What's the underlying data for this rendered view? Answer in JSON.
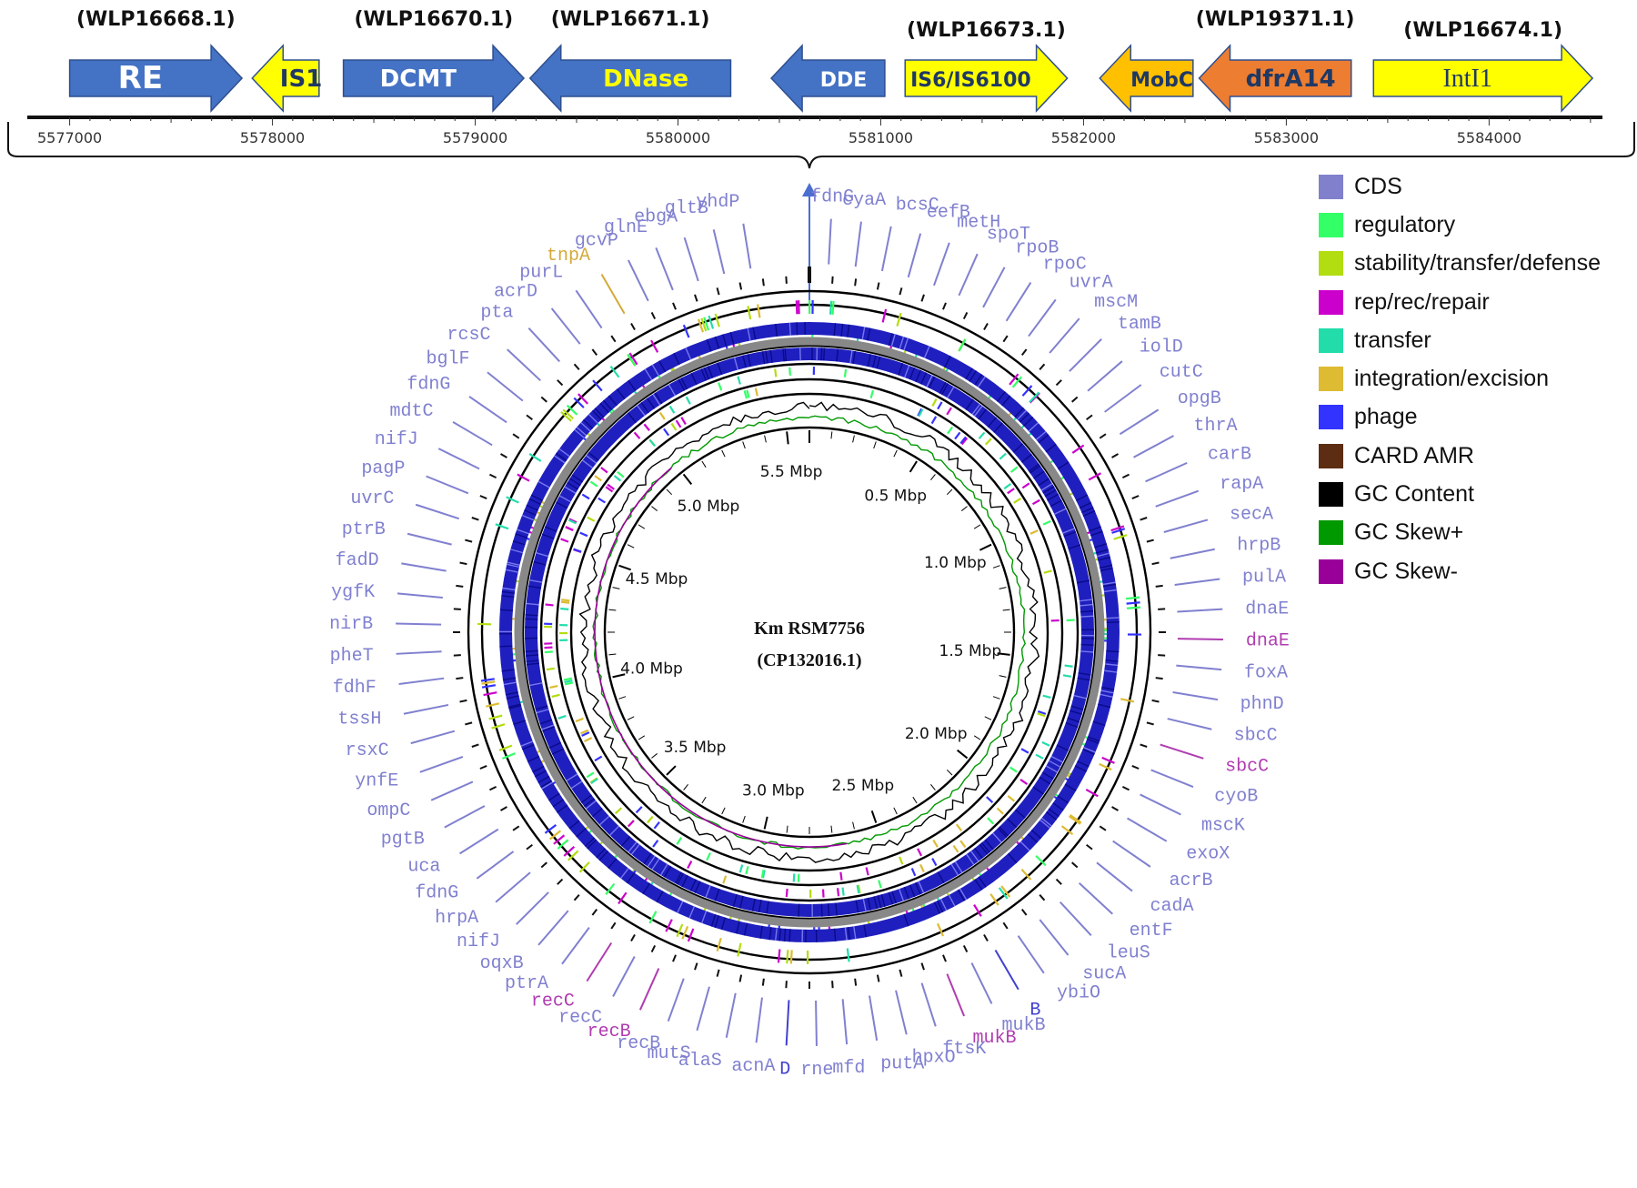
{
  "operon": {
    "genes": [
      {
        "id": "WLP16668.1",
        "label": "RE",
        "start": 5577000,
        "end": 5577850,
        "strand": "+",
        "color": "#4472c4",
        "text_color": "#ffffff",
        "accession_row": "top",
        "label_size": "large"
      },
      {
        "id": "",
        "label": "IS1",
        "start": 5577900,
        "end": 5578230,
        "strand": "-",
        "color": "#ffff00",
        "text_color": "#1f3864",
        "accession_row": "none",
        "label_size": "medium"
      },
      {
        "id": "WLP16670.1",
        "label": "DCMT",
        "start": 5578350,
        "end": 5579240,
        "strand": "+",
        "color": "#4472c4",
        "text_color": "#ffffff",
        "accession_row": "top",
        "label_size": "medium"
      },
      {
        "id": "WLP16671.1",
        "label": "DNase",
        "start": 5579270,
        "end": 5580260,
        "strand": "-",
        "color": "#4472c4",
        "text_color": "#ffff00",
        "accession_row": "top",
        "label_size": "medium"
      },
      {
        "id": "",
        "label": "DDE",
        "start": 5580460,
        "end": 5581020,
        "strand": "-",
        "color": "#4472c4",
        "text_color": "#ffffff",
        "accession_row": "none",
        "label_size": "small"
      },
      {
        "id": "WLP16673.1",
        "label": "IS6/IS6100",
        "start": 5581120,
        "end": 5581920,
        "strand": "+",
        "color": "#ffff00",
        "text_color": "#1f3864",
        "accession_row": "low",
        "label_size": "small"
      },
      {
        "id": "",
        "label": "MobC",
        "start": 5582080,
        "end": 5582540,
        "strand": "-",
        "color": "#ffc000",
        "text_color": "#1f3864",
        "accession_row": "none",
        "label_size": "small"
      },
      {
        "id": "WLP19371.1",
        "label": "dfrA14",
        "start": 5582570,
        "end": 5583320,
        "strand": "-",
        "color": "#ed7d31",
        "text_color": "#1f3864",
        "accession_row": "top",
        "label_size": "medium"
      },
      {
        "id": "WLP16674.1",
        "label": "IntI1",
        "start": 5583430,
        "end": 5584510,
        "strand": "+",
        "color": "#ffff00",
        "text_color": "#1f3864",
        "accession_row": "low",
        "label_size": "serif"
      }
    ],
    "ruler": {
      "min": 5576800,
      "max": 5584550,
      "ticks": [
        "5577000",
        "5578000",
        "5579000",
        "5580000",
        "5581000",
        "5582000",
        "5583000",
        "5584000"
      ]
    }
  },
  "circle": {
    "title_line1": "Km RSM7756",
    "title_line2": "(CP132016.1)",
    "genome_size_mbp": 5.6,
    "scale_labels": [
      "0.5 Mbp",
      "1.0 Mbp",
      "1.5 Mbp",
      "2.0 Mbp",
      "2.5 Mbp",
      "3.0 Mbp",
      "3.5 Mbp",
      "4.0 Mbp",
      "4.5 Mbp",
      "5.0 Mbp",
      "5.5 Mbp"
    ],
    "gene_labels": [
      {
        "text": "fdnG",
        "color": "#8080d0"
      },
      {
        "text": "cyaA",
        "color": "#8080d0"
      },
      {
        "text": "bcsC",
        "color": "#8080d0"
      },
      {
        "text": "eefB",
        "color": "#8080d0"
      },
      {
        "text": "metH",
        "color": "#8080d0"
      },
      {
        "text": "spoT",
        "color": "#8080d0"
      },
      {
        "text": "rpoB",
        "color": "#8080d0"
      },
      {
        "text": "rpoC",
        "color": "#8080d0"
      },
      {
        "text": "uvrA",
        "color": "#8080d0"
      },
      {
        "text": "mscM",
        "color": "#8080d0"
      },
      {
        "text": "tamB",
        "color": "#8080d0"
      },
      {
        "text": "iolD",
        "color": "#8080d0"
      },
      {
        "text": "cutC",
        "color": "#8080d0"
      },
      {
        "text": "opgB",
        "color": "#8080d0"
      },
      {
        "text": "thrA",
        "color": "#8080d0"
      },
      {
        "text": "carB",
        "color": "#8080d0"
      },
      {
        "text": "rapA",
        "color": "#8080d0"
      },
      {
        "text": "secA",
        "color": "#8080d0"
      },
      {
        "text": "hrpB",
        "color": "#8080d0"
      },
      {
        "text": "pulA",
        "color": "#8080d0"
      },
      {
        "text": "dnaE",
        "color": "#8080d0"
      },
      {
        "text": "dnaE",
        "color": "#b03cb0"
      },
      {
        "text": "foxA",
        "color": "#8080d0"
      },
      {
        "text": "phnD",
        "color": "#8080d0"
      },
      {
        "text": "sbcC",
        "color": "#8080d0"
      },
      {
        "text": "sbcC",
        "color": "#b03cb0"
      },
      {
        "text": "cyoB",
        "color": "#8080d0"
      },
      {
        "text": "mscK",
        "color": "#8080d0"
      },
      {
        "text": "exoX",
        "color": "#8080d0"
      },
      {
        "text": "acrB",
        "color": "#8080d0"
      },
      {
        "text": "cadA",
        "color": "#8080d0"
      },
      {
        "text": "entF",
        "color": "#8080d0"
      },
      {
        "text": "leuS",
        "color": "#8080d0"
      },
      {
        "text": "sucA",
        "color": "#8080d0"
      },
      {
        "text": "ybiO",
        "color": "#8080d0"
      },
      {
        "text": "B",
        "color": "#4040d0"
      },
      {
        "text": "mukB",
        "color": "#8080d0"
      },
      {
        "text": "mukB",
        "color": "#b03cb0"
      },
      {
        "text": "ftsK",
        "color": "#8080d0"
      },
      {
        "text": "hpxO",
        "color": "#8080d0"
      },
      {
        "text": "putA",
        "color": "#8080d0"
      },
      {
        "text": "mfd",
        "color": "#8080d0"
      },
      {
        "text": "rne",
        "color": "#8080d0"
      },
      {
        "text": "D",
        "color": "#4040d0"
      },
      {
        "text": "acnA",
        "color": "#8080d0"
      },
      {
        "text": "alaS",
        "color": "#8080d0"
      },
      {
        "text": "mutS",
        "color": "#8080d0"
      },
      {
        "text": "recB",
        "color": "#8080d0"
      },
      {
        "text": "recB",
        "color": "#b03cb0"
      },
      {
        "text": "recC",
        "color": "#8080d0"
      },
      {
        "text": "recC",
        "color": "#b03cb0"
      },
      {
        "text": "ptrA",
        "color": "#8080d0"
      },
      {
        "text": "oqxB",
        "color": "#8080d0"
      },
      {
        "text": "nifJ",
        "color": "#8080d0"
      },
      {
        "text": "hrpA",
        "color": "#8080d0"
      },
      {
        "text": "fdnG",
        "color": "#8080d0"
      },
      {
        "text": "uca",
        "color": "#8080d0"
      },
      {
        "text": "pgtB",
        "color": "#8080d0"
      },
      {
        "text": "ompC",
        "color": "#8080d0"
      },
      {
        "text": "ynfE",
        "color": "#8080d0"
      },
      {
        "text": "rsxC",
        "color": "#8080d0"
      },
      {
        "text": "tssH",
        "color": "#8080d0"
      },
      {
        "text": "fdhF",
        "color": "#8080d0"
      },
      {
        "text": "pheT",
        "color": "#8080d0"
      },
      {
        "text": "nirB",
        "color": "#8080d0"
      },
      {
        "text": "ygfK",
        "color": "#8080d0"
      },
      {
        "text": "fadD",
        "color": "#8080d0"
      },
      {
        "text": "ptrB",
        "color": "#8080d0"
      },
      {
        "text": "uvrC",
        "color": "#8080d0"
      },
      {
        "text": "pagP",
        "color": "#8080d0"
      },
      {
        "text": "nifJ",
        "color": "#8080d0"
      },
      {
        "text": "mdtC",
        "color": "#8080d0"
      },
      {
        "text": "fdnG",
        "color": "#8080d0"
      },
      {
        "text": "bglF",
        "color": "#8080d0"
      },
      {
        "text": "rcsC",
        "color": "#8080d0"
      },
      {
        "text": "pta",
        "color": "#8080d0"
      },
      {
        "text": "acrD",
        "color": "#8080d0"
      },
      {
        "text": "purL",
        "color": "#8080d0"
      },
      {
        "text": "tnpA",
        "color": "#d4a93a"
      },
      {
        "text": "gcvP",
        "color": "#8080d0"
      },
      {
        "text": "glnE",
        "color": "#8080d0"
      },
      {
        "text": "ebgA",
        "color": "#8080d0"
      },
      {
        "text": "gltB",
        "color": "#8080d0"
      },
      {
        "text": "yhdP",
        "color": "#8080d0"
      }
    ]
  },
  "legend": [
    {
      "label": "CDS",
      "color": "#8080cc"
    },
    {
      "label": "regulatory",
      "color": "#33ff66"
    },
    {
      "label": "stability/transfer/defense",
      "color": "#b2dd11"
    },
    {
      "label": "rep/rec/repair",
      "color": "#cc00cc"
    },
    {
      "label": "transfer",
      "color": "#22ddaa"
    },
    {
      "label": "integration/excision",
      "color": "#ddbb33"
    },
    {
      "label": "phage",
      "color": "#3333ff"
    },
    {
      "label": "CARD AMR",
      "color": "#5c2d12"
    },
    {
      "label": "GC Content",
      "color": "#000000"
    },
    {
      "label": "GC Skew+",
      "color": "#009900"
    },
    {
      "label": "GC Skew-",
      "color": "#990099"
    }
  ]
}
